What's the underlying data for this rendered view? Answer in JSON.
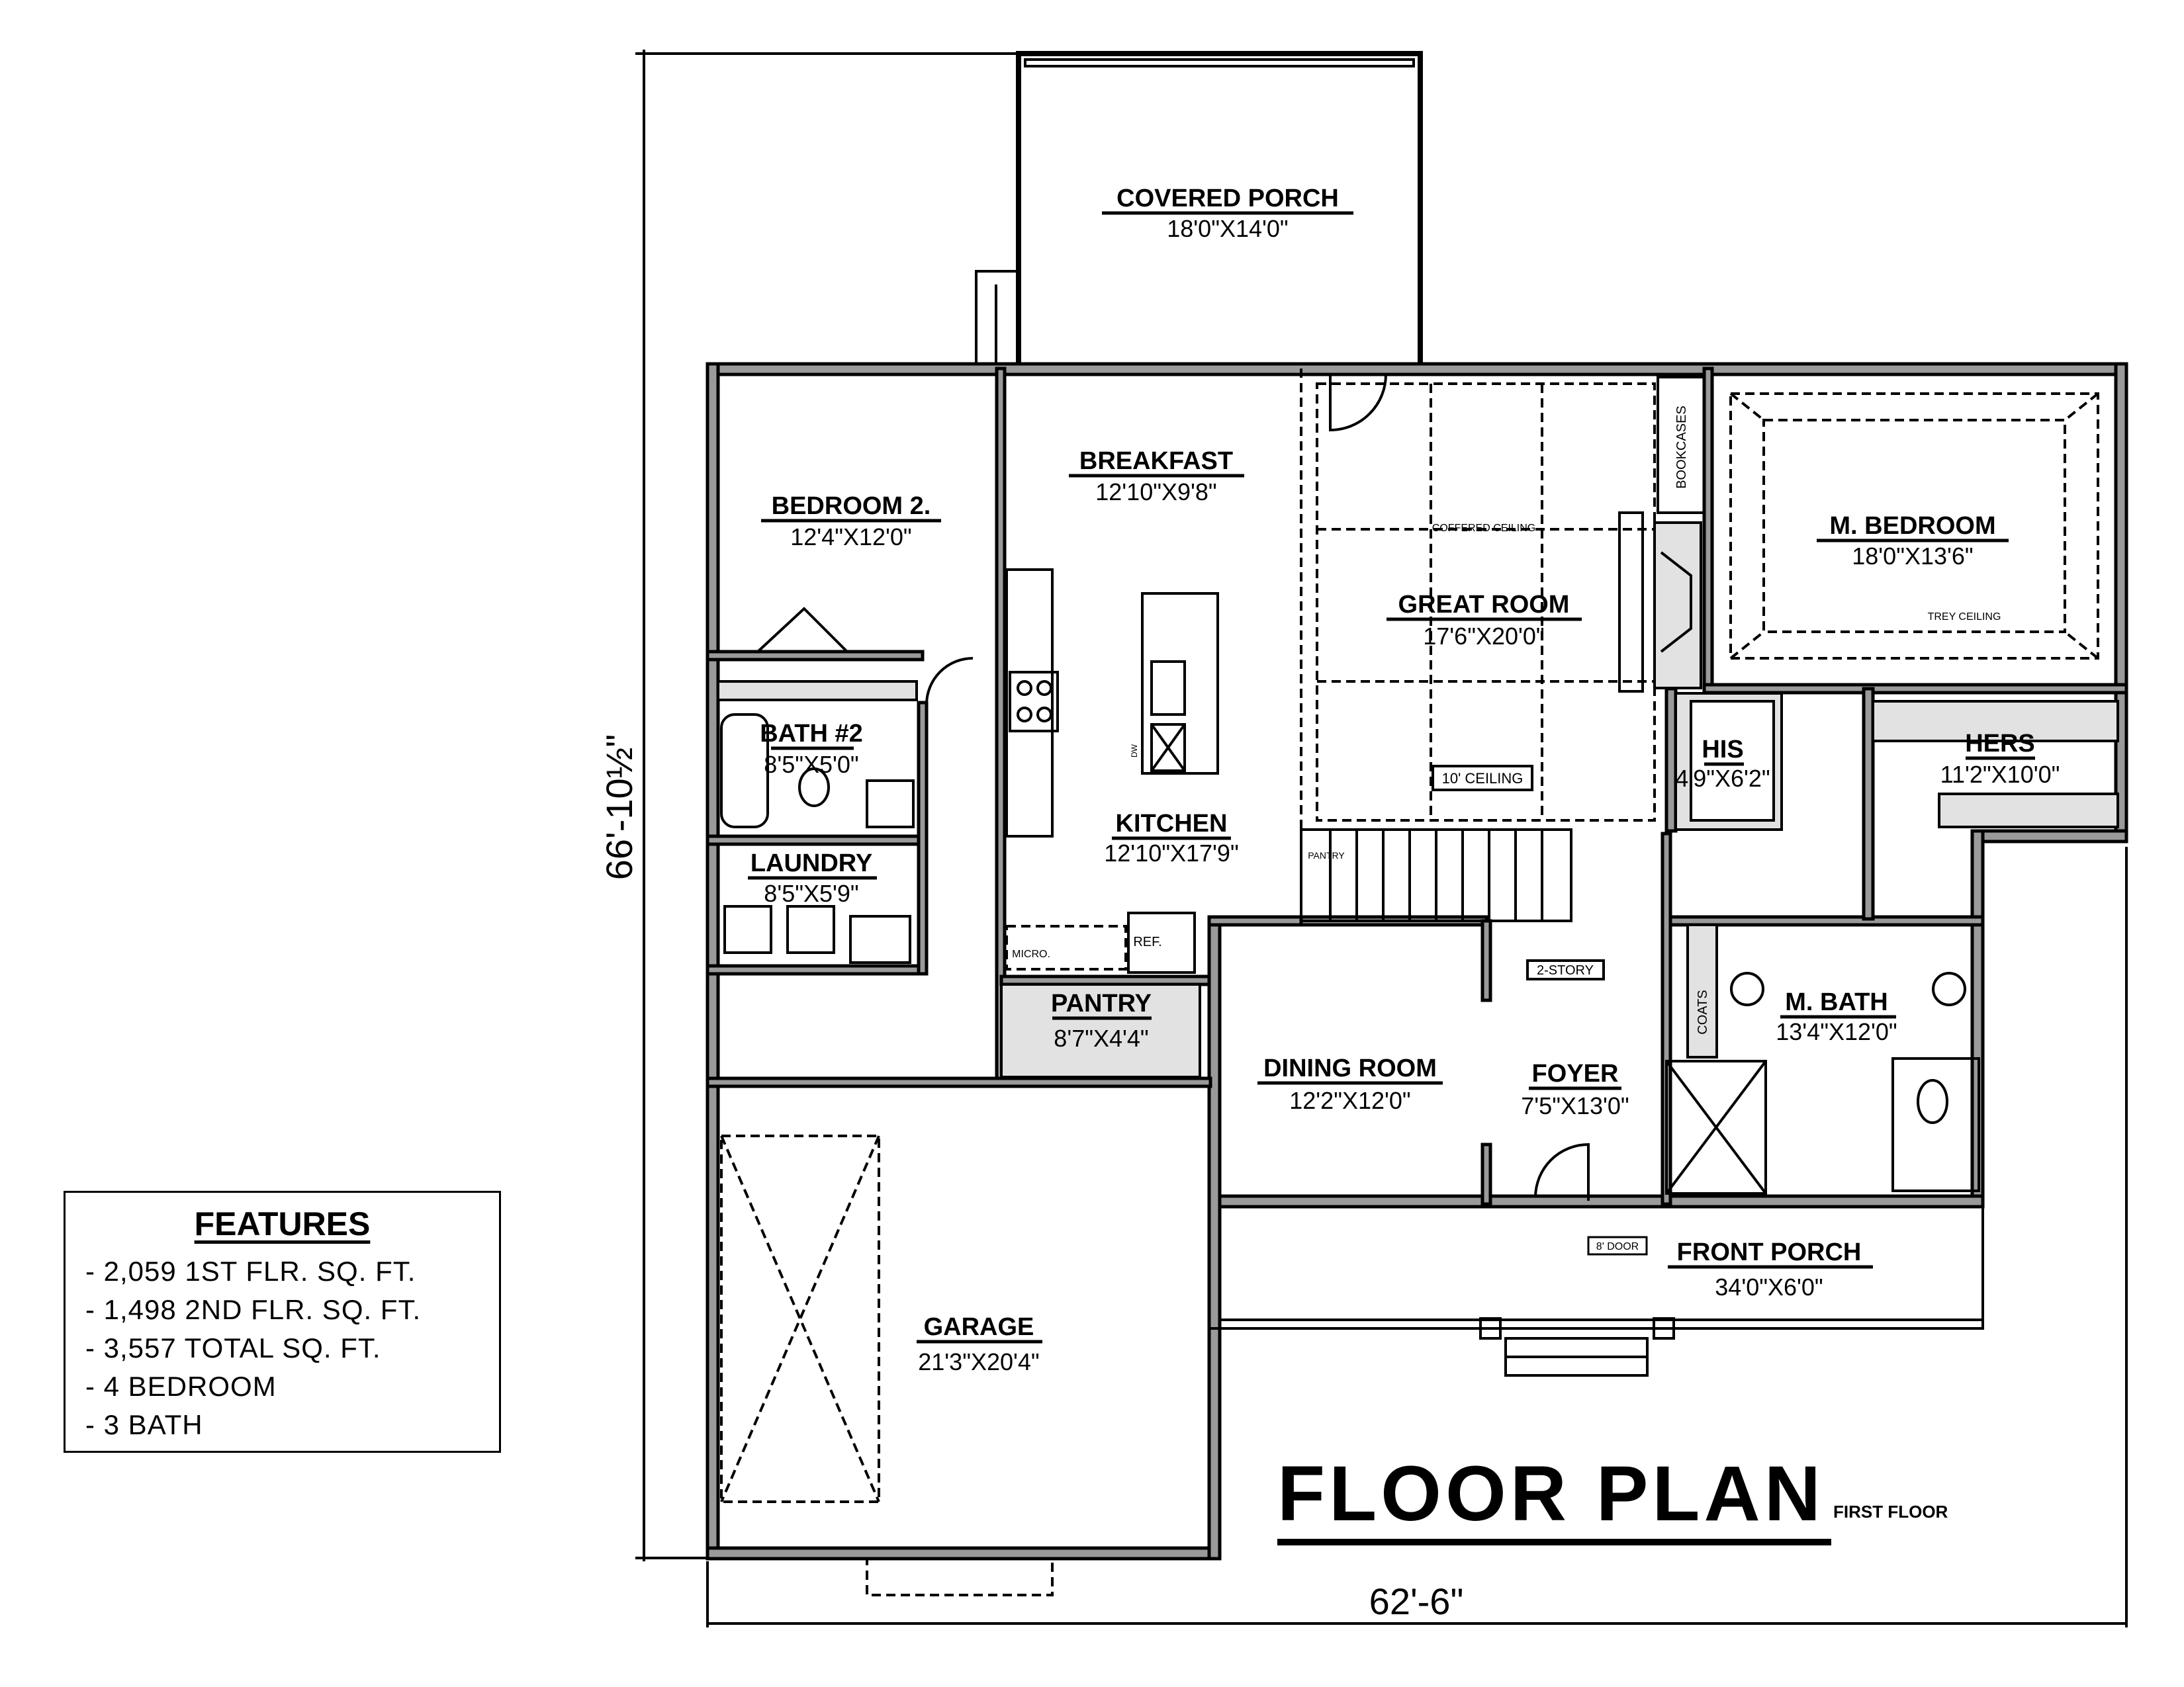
{
  "rooms": {
    "covered_porch": {
      "name": "COVERED PORCH",
      "dims": "18'0\"X14'0\""
    },
    "breakfast": {
      "name": "BREAKFAST",
      "dims": "12'10\"X9'8\""
    },
    "bedroom2": {
      "name": "BEDROOM 2.",
      "dims": "12'4\"X12'0\""
    },
    "great_room": {
      "name": "GREAT ROOM",
      "dims": "17'6\"X20'0\""
    },
    "m_bedroom": {
      "name": "M. BEDROOM",
      "dims": "18'0\"X13'6\""
    },
    "bath2": {
      "name": "BATH #2",
      "dims": "8'5\"X5'0\""
    },
    "his": {
      "name": "HIS",
      "dims": "4'9\"X6'2\""
    },
    "hers": {
      "name": "HERS",
      "dims": "11'2\"X10'0\""
    },
    "kitchen": {
      "name": "KITCHEN",
      "dims": "12'10\"X17'9\""
    },
    "laundry": {
      "name": "LAUNDRY",
      "dims": "8'5\"X5'9\""
    },
    "pantry": {
      "name": "PANTRY",
      "dims": "8'7\"X4'4\""
    },
    "m_bath": {
      "name": "M. BATH",
      "dims": "13'4\"X12'0\""
    },
    "dining_room": {
      "name": "DINING ROOM",
      "dims": "12'2\"X12'0\""
    },
    "foyer": {
      "name": "FOYER",
      "dims": "7'5\"X13'0\""
    },
    "front_porch": {
      "name": "FRONT PORCH",
      "dims": "34'0\"X6'0\""
    },
    "garage": {
      "name": "GARAGE",
      "dims": "21'3\"X20'4\""
    }
  },
  "notes": {
    "coffered_ceiling": "COFFERED CEILING",
    "trey_ceiling": "TREY CEILING",
    "ten_ceiling": "10' CEILING",
    "bookcases": "BOOKCASES",
    "pantry_small": "PANTRY",
    "micro": "MICRO.",
    "ref": "REF.",
    "two_story": "2-STORY",
    "coats": "COATS",
    "door8": "8' DOOR",
    "dw": "DW"
  },
  "dimensions": {
    "depth": "66'-10½\"",
    "width": "62'-6\""
  },
  "features": {
    "title": "FEATURES",
    "items": [
      "- 2,059 1ST FLR. SQ. FT.",
      "- 1,498 2ND FLR. SQ. FT.",
      "- 3,557 TOTAL SQ. FT.",
      "- 4 BEDROOM",
      "- 3 BATH"
    ]
  },
  "title": {
    "main": "FLOOR PLAN",
    "sub": "FIRST FLOOR"
  }
}
